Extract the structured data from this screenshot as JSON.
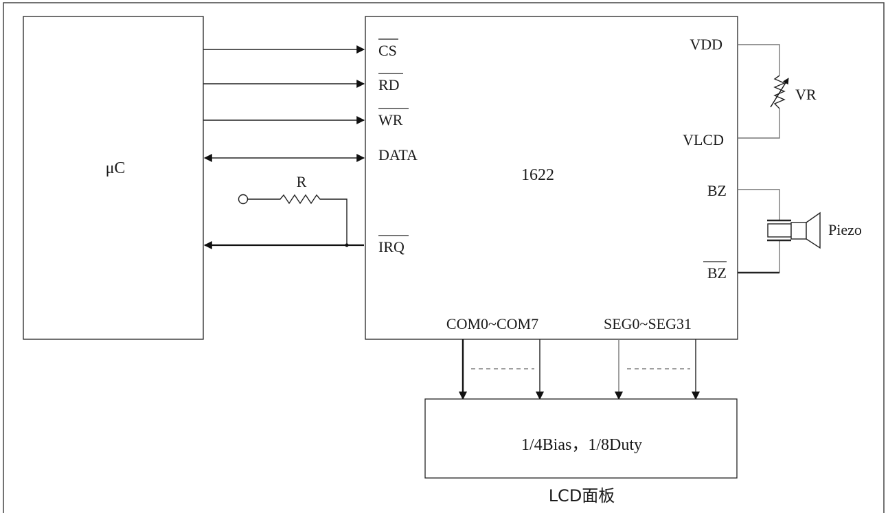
{
  "blocks": {
    "mcu": "μC",
    "chip": "1622",
    "lcd_mode": "1/4Bias，1/8Duty",
    "lcd_caption": "LCD面板"
  },
  "pins_left": {
    "cs": "CS",
    "rd": "RD",
    "wr": "WR",
    "data": "DATA",
    "irq": "IRQ"
  },
  "pins_right": {
    "vdd": "VDD",
    "vlcd": "VLCD",
    "bz": "BZ",
    "bz_bar": "BZ"
  },
  "bus": {
    "com": "COM0~COM7",
    "seg": "SEG0~SEG31"
  },
  "components": {
    "resistor": "R",
    "pot": "VR",
    "piezo": "Piezo"
  }
}
